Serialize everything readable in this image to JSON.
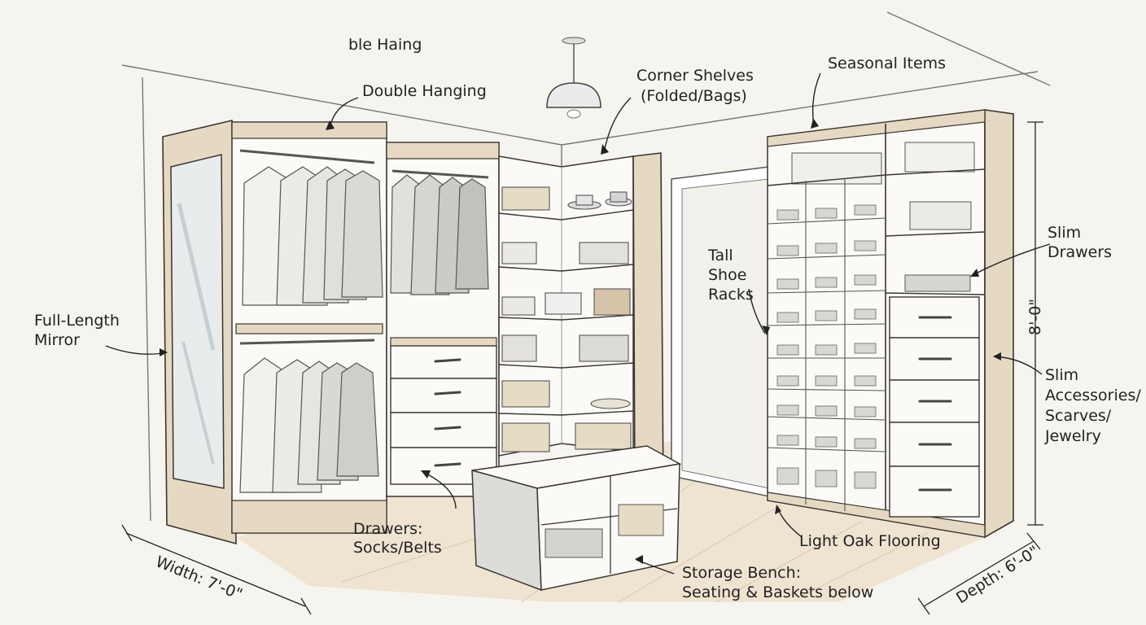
{
  "labels": {
    "stray_label": "ble Haing",
    "double_hanging": "Double Hanging",
    "corner_shelves": [
      "Corner Shelves",
      "(Folded/Bags)"
    ],
    "seasonal_items": "Seasonal Items",
    "full_length_mirror": [
      "Full-Length",
      "Mirror"
    ],
    "tall_shoe_racks": [
      "Tall",
      "Shoe",
      "Racks"
    ],
    "slim_drawers": [
      "Slim",
      "Drawers"
    ],
    "slim_accessories": [
      "Slim",
      "Accessories/",
      "Scarves/",
      "Jewelry"
    ],
    "drawers_socks": [
      "Drawers:",
      "Socks/Belts"
    ],
    "light_oak_flooring": "Light Oak Flooring",
    "storage_bench": [
      "Storage Bench:",
      "Seating & Baskets below"
    ]
  },
  "dimensions": {
    "width": "Width: 7'-0\"",
    "depth": "Depth: 6'-0\"",
    "height": "8'-0\""
  },
  "colors": {
    "oak": "#e6d9c3",
    "oak_dark": "#cdb998",
    "white": "#fbfaf7",
    "ink": "#3a3530",
    "floor": "#efe4d2"
  }
}
